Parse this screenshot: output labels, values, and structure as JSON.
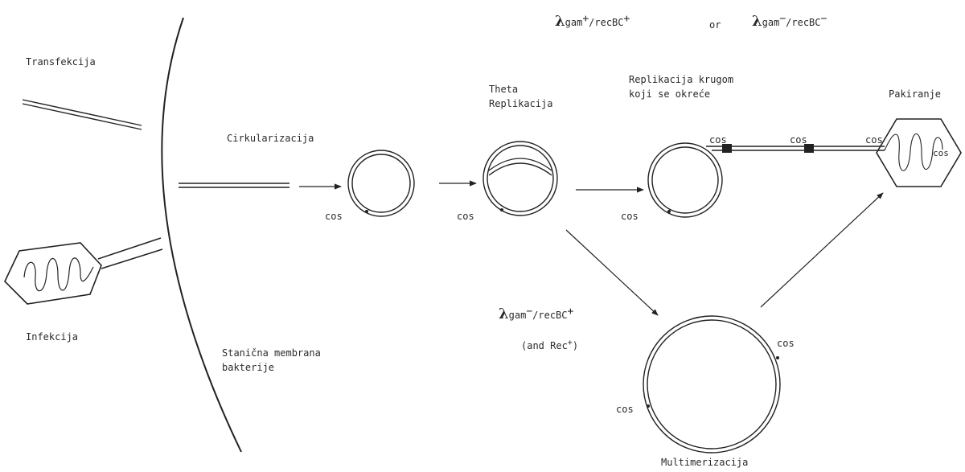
{
  "labels": {
    "transfection": "Transfekcija",
    "infection": "Infekcija",
    "circularization": "Cirkularizacija",
    "theta_line1": "Theta",
    "theta_line2": "Replikacija",
    "rolling_line1": "Replikacija krugom",
    "rolling_line2": "koji se okreće",
    "packaging": "Pakiranje",
    "membrane_line1": "Stanična membrana",
    "membrane_line2": "bakterije",
    "multimerization": "Multimerizacija",
    "and_rec": "(and Rec",
    "and_rec_sup": "+",
    "and_rec_close": ")"
  },
  "cos_labels": {
    "circle1": "cos",
    "circle2": "cos",
    "circle3": "cos",
    "rolling_a": "cos",
    "rolling_b": "cos",
    "head": "cos",
    "head_inner": "cos",
    "multimer_right": "cos",
    "multimer_left": "cos"
  },
  "genotypes": {
    "top_left": {
      "lambda": "λ",
      "gene": "gam",
      "sup": "+",
      "rest": "/recBC",
      "rest_sup": "+"
    },
    "or": "or",
    "top_right": {
      "lambda": "λ",
      "gene": "gam",
      "sup": "−",
      "rest": "/recBC",
      "rest_sup": "−"
    },
    "middle": {
      "lambda": "λ",
      "gene": "gam",
      "sup": "−",
      "rest": "/recBC",
      "rest_sup": "+"
    }
  },
  "colors": {
    "ink": "#222222",
    "background": "#ffffff"
  }
}
